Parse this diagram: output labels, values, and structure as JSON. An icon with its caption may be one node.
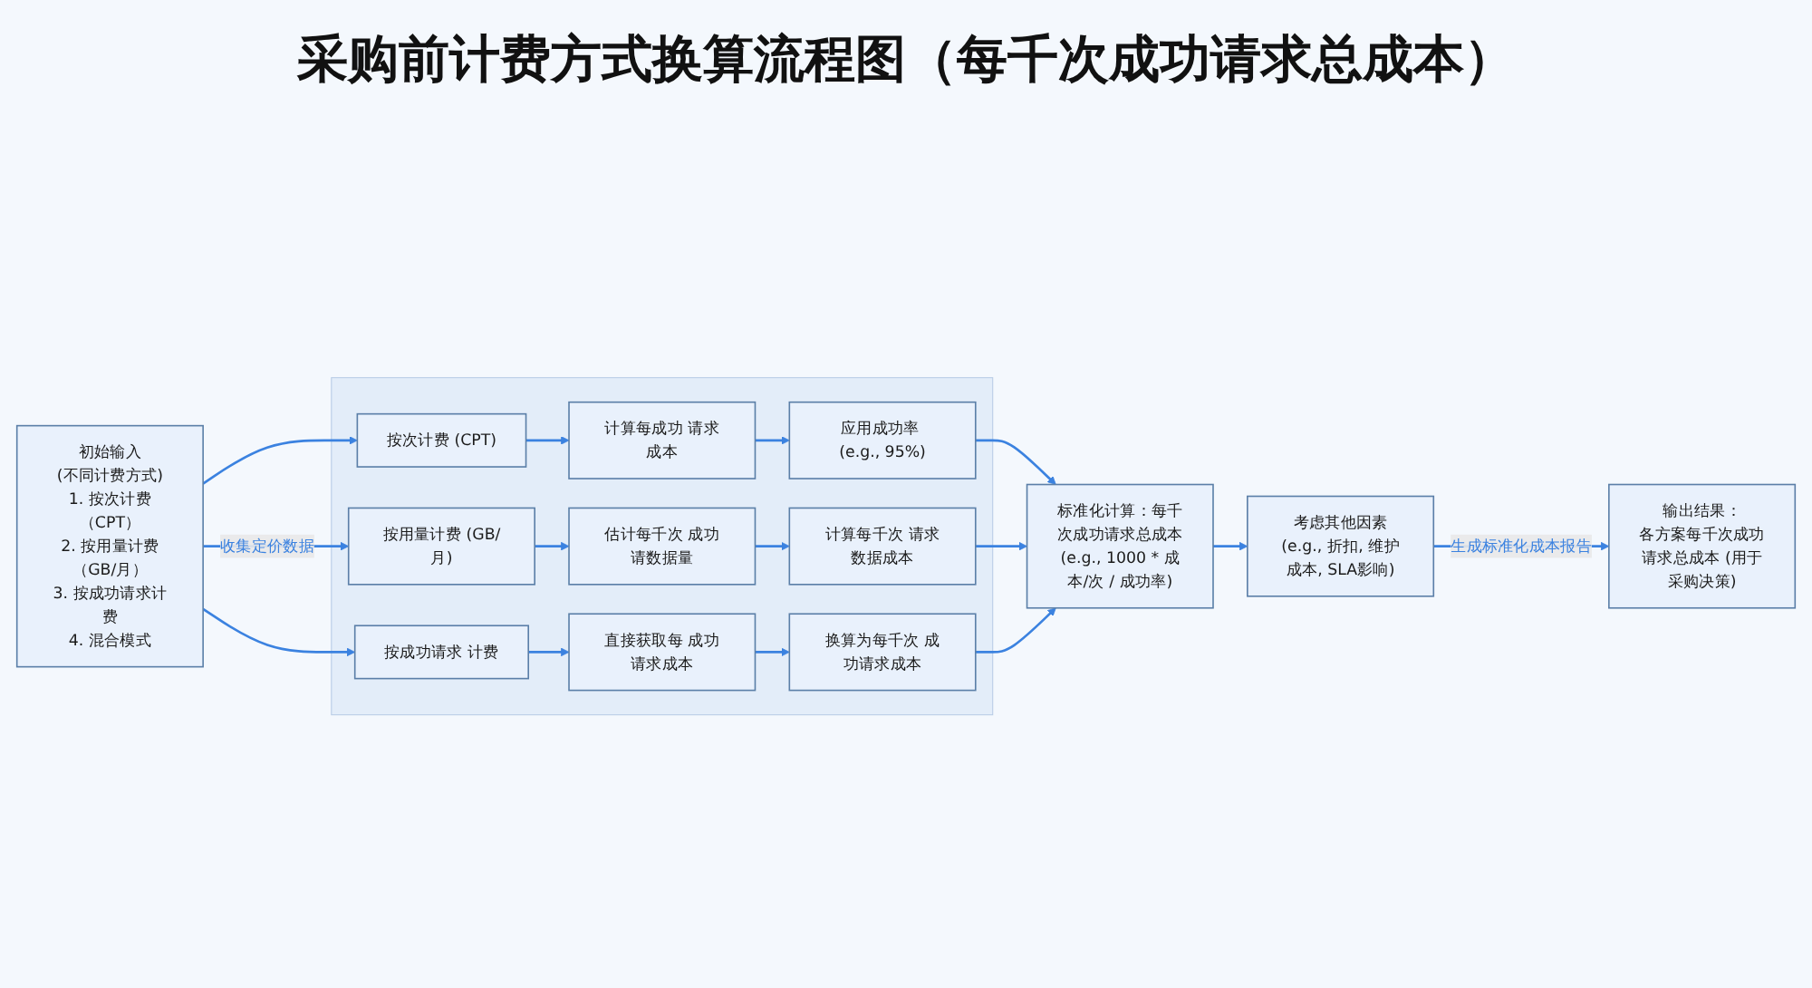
{
  "diagram": {
    "title": "采购前计费方式换算流程图（每千次成功请求总成本）",
    "nodes": [
      {
        "text": [
          "初始输入",
          "(不同计费方式)",
          "1. 按次计费（CPT）",
          "2. 按用量计费（GB/月）",
          "3. 按成功请求计费",
          "4. 混合模式"
        ]
      },
      {
        "text": [],
        "shape": "box"
      },
      {
        "text": [
          "按次计费 (CPT)"
        ],
        "in": 1
      },
      {
        "text": [
          "计算每成功 请求成本"
        ],
        "in": 1
      },
      {
        "text": [
          "应用成功率 (e.g., 95%)"
        ],
        "in": 1
      },
      {
        "text": [
          "按用量计费 (GB/月)"
        ],
        "in": 1
      },
      {
        "text": [
          "估计每千次 成功请数据量"
        ],
        "in": 1
      },
      {
        "text": [
          "计算每千次 请求数据成本"
        ],
        "in": 1
      },
      {
        "text": [
          "按成功请求 计费"
        ],
        "in": 1
      },
      {
        "text": [
          "直接获取每 成功请求成本"
        ],
        "in": 1
      },
      {
        "text": [
          "换算为每千次 成功请求成本"
        ],
        "in": 1
      },
      {
        "text": [
          "标准化计算：每千次成功请求总成本",
          "(e.g., 1000 * 成本/次 / 成功率)"
        ]
      },
      {
        "text": [
          "考虑其他因素",
          "(e.g., 折扣, 维护成本, SLA影响)"
        ]
      },
      {
        "text": [
          "输出结果：",
          "各方案每千次成功请求总成本 (用于采购决策)"
        ]
      }
    ],
    "edges": [
      {
        "from": 0,
        "to": 2,
        "arrow": "to"
      },
      {
        "from": 0,
        "to": 5,
        "arrow": "to",
        "label": "收集定价数据"
      },
      {
        "from": 0,
        "to": 8,
        "arrow": "to"
      },
      {
        "from": 2,
        "to": 3,
        "arrow": "to"
      },
      {
        "from": 3,
        "to": 4,
        "arrow": "to"
      },
      {
        "from": 5,
        "to": 6,
        "arrow": "to"
      },
      {
        "from": 6,
        "to": 7,
        "arrow": "to"
      },
      {
        "from": 8,
        "to": 9,
        "arrow": "to"
      },
      {
        "from": 9,
        "to": 10,
        "arrow": "to"
      },
      {
        "from": 4,
        "to": 11,
        "arrow": "to"
      },
      {
        "from": 7,
        "to": 11,
        "arrow": "to"
      },
      {
        "from": 10,
        "to": 11,
        "arrow": "to"
      },
      {
        "from": 11,
        "to": 12,
        "arrow": "to"
      },
      {
        "from": 12,
        "to": 13,
        "arrow": "to",
        "label": "生成标准化成本报告"
      }
    ]
  }
}
